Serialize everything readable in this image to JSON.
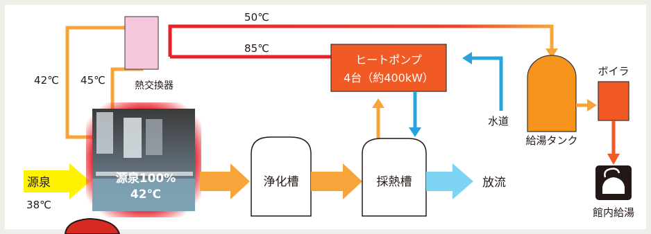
{
  "diagram": {
    "labels": {
      "heat_exchanger": "熱交換器",
      "heat_pump_line1": "ヒートポンプ",
      "heat_pump_line2": "4台（約400kW）",
      "boiler": "ボイラ",
      "hot_water_tank": "給湯タンク",
      "city_water": "水道",
      "purification_tank": "浄化槽",
      "heat_collection_tank": "採熱槽",
      "discharge": "放流",
      "source": "源泉",
      "source_temp": "38℃",
      "bath_line1": "源泉100%",
      "bath_line2": "42℃",
      "indoor_supply": "館内給湯",
      "temp_50": "50℃",
      "temp_85": "85℃",
      "temp_42": "42℃",
      "temp_45": "45℃"
    },
    "colors": {
      "background": "#ffffff",
      "frame": "#efeee8",
      "hot_line": "#e8202a",
      "warm_line": "#f7a53a",
      "orange_box": "#f15a24",
      "tank_orange": "#f7941d",
      "city_water_blue": "#29a3dc",
      "discharge_blue": "#7dd3f2",
      "source_yellow": "#fff200",
      "exchanger_fill": "#f5c6dc",
      "bath_glow": "#e8202a"
    },
    "icons": {
      "bath_photo": "indoor-bath-photo",
      "kettle": "kettle-icon"
    }
  }
}
